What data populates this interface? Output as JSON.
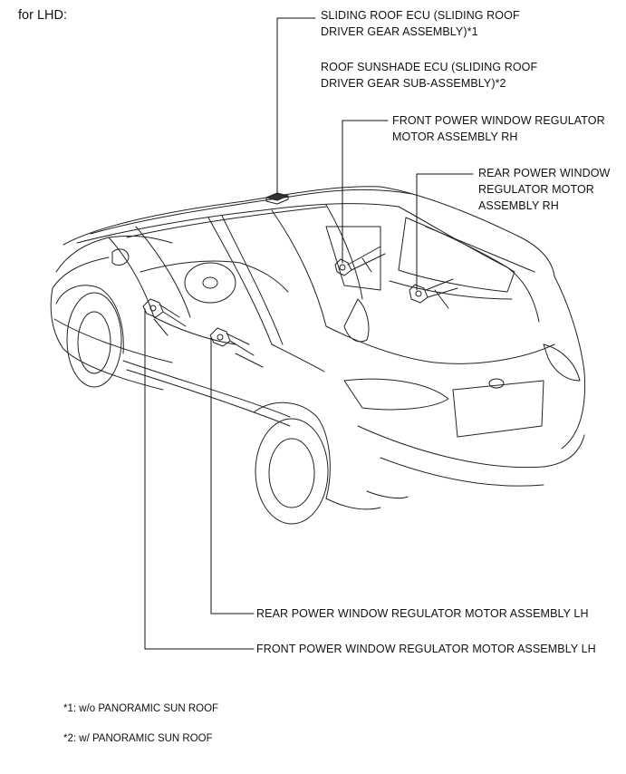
{
  "heading": "for LHD:",
  "labels": {
    "sliding_roof_ecu": [
      "SLIDING ROOF ECU (SLIDING ROOF",
      "DRIVER GEAR ASSEMBLY)*1"
    ],
    "roof_sunshade_ecu": [
      "ROOF SUNSHADE ECU (SLIDING ROOF",
      "DRIVER GEAR SUB-ASSEMBLY)*2"
    ],
    "front_rh": [
      "FRONT POWER WINDOW REGULATOR",
      "MOTOR ASSEMBLY RH"
    ],
    "rear_rh": [
      "REAR POWER WINDOW",
      "REGULATOR MOTOR",
      "ASSEMBLY RH"
    ],
    "rear_lh": "REAR POWER WINDOW REGULATOR MOTOR ASSEMBLY LH",
    "front_lh": "FRONT POWER WINDOW REGULATOR MOTOR ASSEMBLY LH"
  },
  "footnotes": {
    "note1": "*1: w/o PANORAMIC SUN ROOF",
    "note2": "*2: w/ PANORAMIC SUN ROOF"
  }
}
